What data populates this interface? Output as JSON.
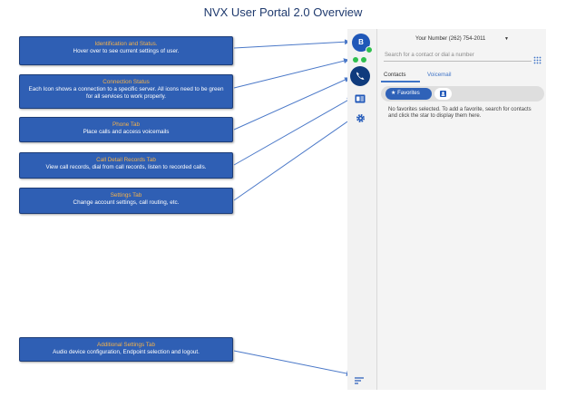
{
  "title": "NVX User Portal 2.0 Overview",
  "callouts": [
    {
      "title": "Identification and Status.",
      "desc": "Hover over to see current settings of user."
    },
    {
      "title": "Connection Status",
      "desc": "Each Icon shows a connection to a specific server. All icons need to be green for all services to work properly."
    },
    {
      "title": "Phone Tab",
      "desc": "Place calls and access voicemails"
    },
    {
      "title": "Call Detail Records Tab",
      "desc": "View call records, dial from call records, listen to recorded calls."
    },
    {
      "title": "Settings Tab",
      "desc": "Change account settings, call routing, etc."
    },
    {
      "title": "Additional Settings Tab",
      "desc": "Audio device configuration, Endpoint selection and logout."
    }
  ],
  "portal": {
    "avatar_initial": "B",
    "your_number": "Your Number (262) 754-2011",
    "search_placeholder": "Search for a contact or dial a number",
    "tabs": [
      "Contacts",
      "Voicemail"
    ],
    "favorites_label": "Favorites",
    "no_favorites_text": "No favorites selected. To add a favorite, search for contacts and click the star to display them here."
  },
  "colors": {
    "callout_bg": "#2f5fb4",
    "callout_title": "#f5b24a",
    "accent": "#1f57b8",
    "status_green": "#2fbf4e",
    "arrow": "#4a78c8"
  },
  "icons": [
    "avatar-icon",
    "connection-status-icon",
    "phone-icon",
    "call-records-icon",
    "gear-icon",
    "menu-icon",
    "star-icon",
    "contact-card-icon",
    "dialpad-icon",
    "chevron-down-icon"
  ]
}
